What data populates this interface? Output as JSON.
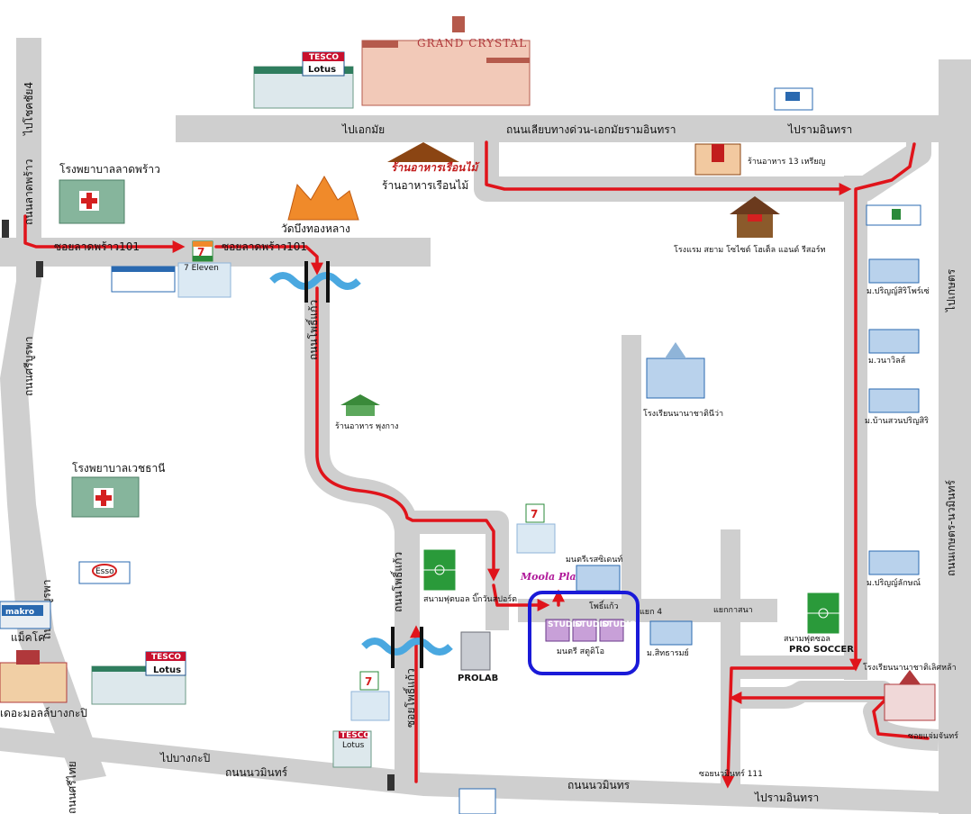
{
  "labels": {
    "grand_crystal": "GRAND CRYSTAL",
    "tesco_top": "TESCO",
    "lotus_top": "Lotus",
    "to_ekkamai": "ไปเอกมัย",
    "expressway_road": "ถนนเลียบทางด่วน-เอกมัยรามอินทรา",
    "to_ramintra_top": "ไปรามอินทรา",
    "ladprao_road": "ถนนลาดพร้าว",
    "to_chokchai4": "ไปโชคชัย4",
    "ladprao_hospital": "โรงพยาบาลลาดพร้าว",
    "ruen_mai_sign": "ร้านอาหารเรือนไม้",
    "ruen_mai_label": "ร้านอาหารเรือนไม้",
    "restaurant_13": "ร้านอาหาร 13 เหรียญ",
    "wat_bueng": "วัดบึงทองหลาง",
    "soi_ladprao_101_a": "ซอยลาดพร้าว101",
    "soi_ladprao_101_b": "ซอยลาดพร้าว101",
    "seven_eleven": "7 Eleven",
    "siam_hotel": "โรงแรม สยาม โซไซต์ โฮเต็ล แอนด์ รีสอร์ท",
    "parinya_siri": "ม.ปริญญ์สิริโพร์เซ่",
    "wanawit": "ม.วนาวิลล์",
    "ban_suan": "ม.บ้านสวนปริญสิริ",
    "to_kaset": "ไปเกษตร",
    "pho_kaew_road": "ถนนโพธิ์แก้ว",
    "pukang_restaurant": "ร้านอาหาร พุงกาง",
    "navamin_school": "โรงเรียนนานาชาตินีว่า",
    "vejthani_hospital": "โรงพยาบาลเวชธานี",
    "kaset_nawamin_road": "ถนนเกษตร-นวมินทร์",
    "sri_burapha": "ถนนศรีบูรพา",
    "esso": "Esso",
    "makro": "makro",
    "makro_label": "แม็คโค",
    "mall_label": "เดอะมอลล์บางกะปิ",
    "football_big_one": "สนามฟุตบอล บิ๊กวันสปอร์ต",
    "moola_place": "Moola Place",
    "monsri_residence": "มนตรีเรสซิเดนท์",
    "pho_kaew_junction": "โพธิ์แก้ว",
    "junction_4": "แยก 4",
    "kanna_junction": "แยกกาสนา",
    "pro_soccer": "PRO SOCCER",
    "pro_soccer_th": "สนามฟุตซอล",
    "parinya_lak": "ม.ปริญญ์ลักษณ์",
    "montri_studio": "มนตรี สตูดิโอ",
    "studio_1": "STUDIO",
    "studio_2": "STUDIO",
    "studio_3": "STUDIO",
    "sitharom": "ม.สิทธารมย์",
    "prolab": "PROLAB",
    "elite_school": "โรงเรียนนานาชาติเลิศหล้า",
    "soi_chamchan": "ซอยแจ่มจันทร์",
    "soi_pho_kaew": "ซอยโพธิ์แก้ว",
    "to_bangkapi": "ไปบางกะปิ",
    "nawamin_road_left": "ถนนนวมินทร์",
    "nawamin_road_mid": "ถนนนวมินทร",
    "soi_nawamin_111": "ซอยนวมินทร์ 111",
    "to_ramintra_bottom": "ไปรามอินทรา",
    "tesco_bottom": "TESCO",
    "lotus_bottom": "Lotus",
    "tesco_small": "TESCO",
    "lotus_express": "Lotus",
    "sri_thai": "ถนนศรีไทย"
  },
  "colors": {
    "road": "#cfcfcf",
    "route": "#e0141b",
    "highlight": "#1a1ad8",
    "building_blue": "#8fb4d8",
    "building_green": "#6aa88a"
  }
}
